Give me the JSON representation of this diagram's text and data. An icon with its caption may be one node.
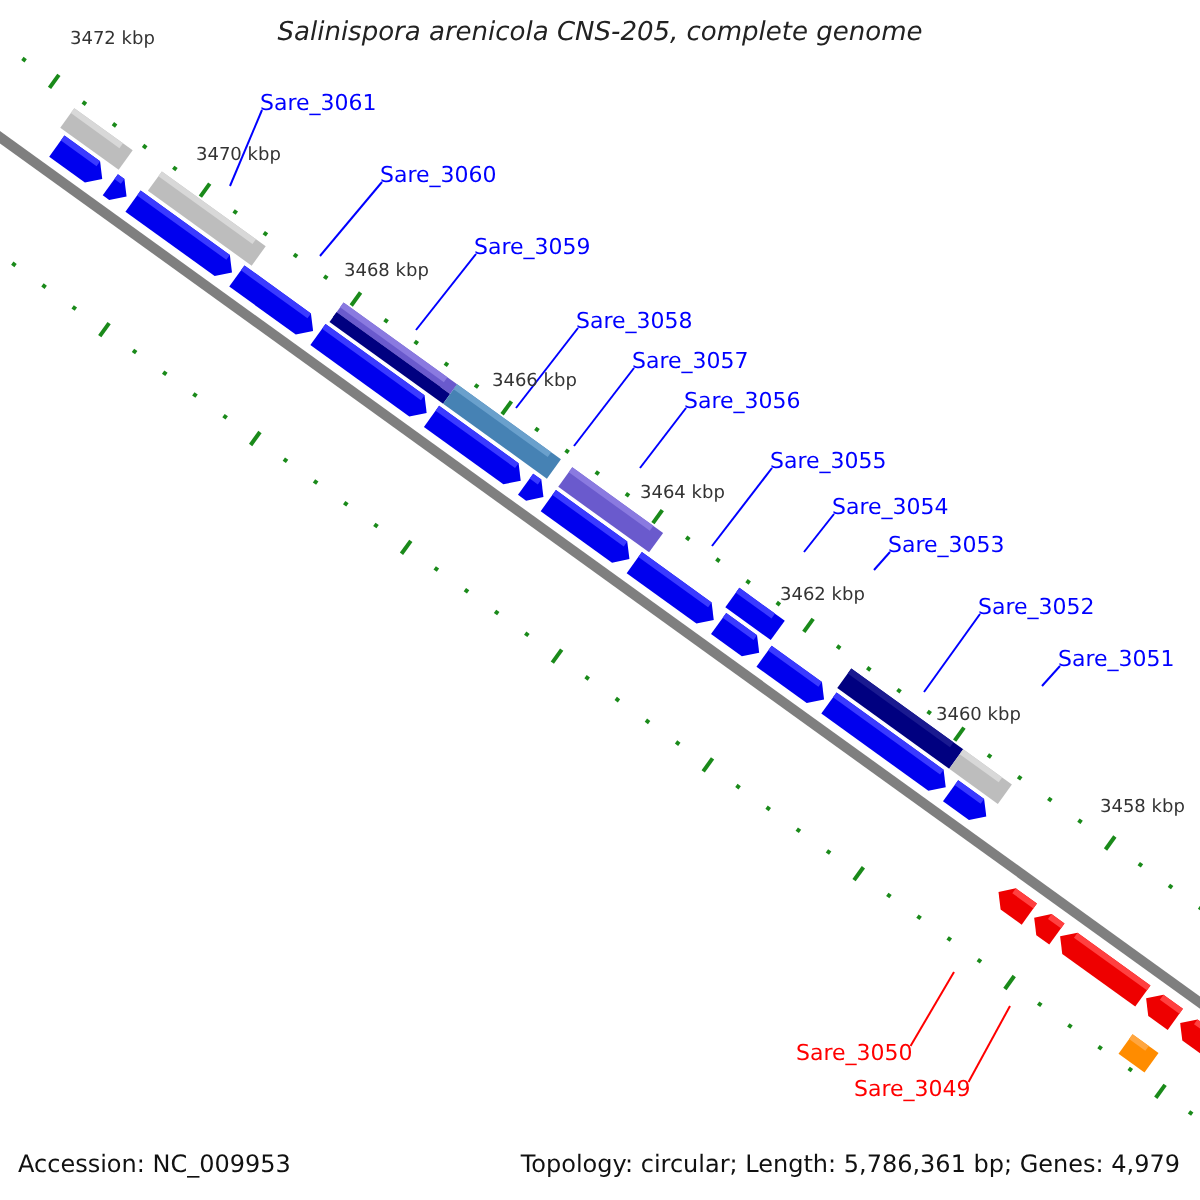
{
  "diagram": {
    "title": "Salinispora arenicola CNS-205, complete genome",
    "nodes": [
      {
        "text": [
          "Sare_3061"
        ]
      },
      {
        "text": [
          "Sare_3060"
        ]
      },
      {
        "text": [
          "Sare_3059"
        ]
      },
      {
        "text": [
          "Sare_3058"
        ]
      },
      {
        "text": [
          "Sare_3057"
        ]
      },
      {
        "text": [
          "Sare_3056"
        ]
      },
      {
        "text": [
          "Sare_3055"
        ]
      },
      {
        "text": [
          "Sare_3054"
        ]
      },
      {
        "text": [
          "Sare_3053"
        ]
      },
      {
        "text": [
          "Sare_3052"
        ]
      },
      {
        "text": [
          "Sare_3051"
        ]
      },
      {
        "text": [
          "Sare_3050"
        ]
      },
      {
        "text": [
          "Sare_3049"
        ]
      }
    ],
    "edges": [
      {
        "from": 0,
        "to": null,
        "arrow": "none"
      },
      {
        "from": 1,
        "to": null,
        "arrow": "none"
      },
      {
        "from": 2,
        "to": null,
        "arrow": "none"
      },
      {
        "from": 3,
        "to": null,
        "arrow": "none"
      },
      {
        "from": 4,
        "to": null,
        "arrow": "none"
      },
      {
        "from": 5,
        "to": null,
        "arrow": "none"
      },
      {
        "from": 6,
        "to": null,
        "arrow": "none"
      },
      {
        "from": 7,
        "to": null,
        "arrow": "none"
      },
      {
        "from": 8,
        "to": null,
        "arrow": "none"
      },
      {
        "from": 9,
        "to": null,
        "arrow": "none"
      },
      {
        "from": 10,
        "to": null,
        "arrow": "none"
      },
      {
        "from": 11,
        "to": null,
        "arrow": "none",
        "color": "#ff0000"
      },
      {
        "from": 12,
        "to": null,
        "arrow": "none",
        "color": "#ff0000"
      }
    ],
    "labels": [
      "3472 kbp",
      "3470 kbp",
      "3468 kbp",
      "3466 kbp",
      "3464 kbp",
      "3462 kbp",
      "3460 kbp",
      "3458 kbp",
      "Accession: NC_009953",
      "Topology: circular; Length: 5,786,361 bp; Genes: 4,979"
    ]
  }
}
